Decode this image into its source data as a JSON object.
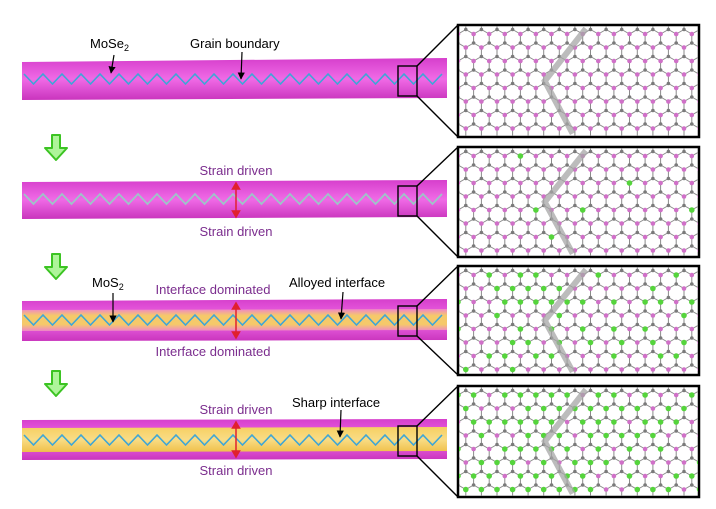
{
  "colors": {
    "mose2": "#e543d6",
    "mose2_dark": "#c42fb8",
    "mos2": "#f3c94f",
    "boundary": "#3ea6d6",
    "strain_text": "#7b2d8e",
    "strain_arrow": "#e0202e",
    "flow_arrow": "#4fd12f",
    "atom_mo": "#7a7a7a",
    "atom_se": "#d070c8",
    "atom_s": "#55d43c"
  },
  "labels": {
    "mose2_main": "MoSe",
    "mose2_sub": "2",
    "grain_boundary": "Grain boundary",
    "strain_driven": "Strain driven",
    "mos2_main": "MoS",
    "mos2_sub": "2",
    "interface_dominated": "Interface dominated",
    "alloyed_interface": "Alloyed interface",
    "sharp_interface": "Sharp interface"
  },
  "stages": [
    {
      "id": "stage-1",
      "s_fraction": 0.0,
      "strip": "mose2-only"
    },
    {
      "id": "stage-2",
      "s_fraction": 0.08,
      "strip": "mose2-only"
    },
    {
      "id": "stage-3",
      "s_fraction": 0.35,
      "strip": "alloyed-mos2-core"
    },
    {
      "id": "stage-4",
      "s_fraction": 0.6,
      "strip": "sharp-mos2-core"
    }
  ]
}
